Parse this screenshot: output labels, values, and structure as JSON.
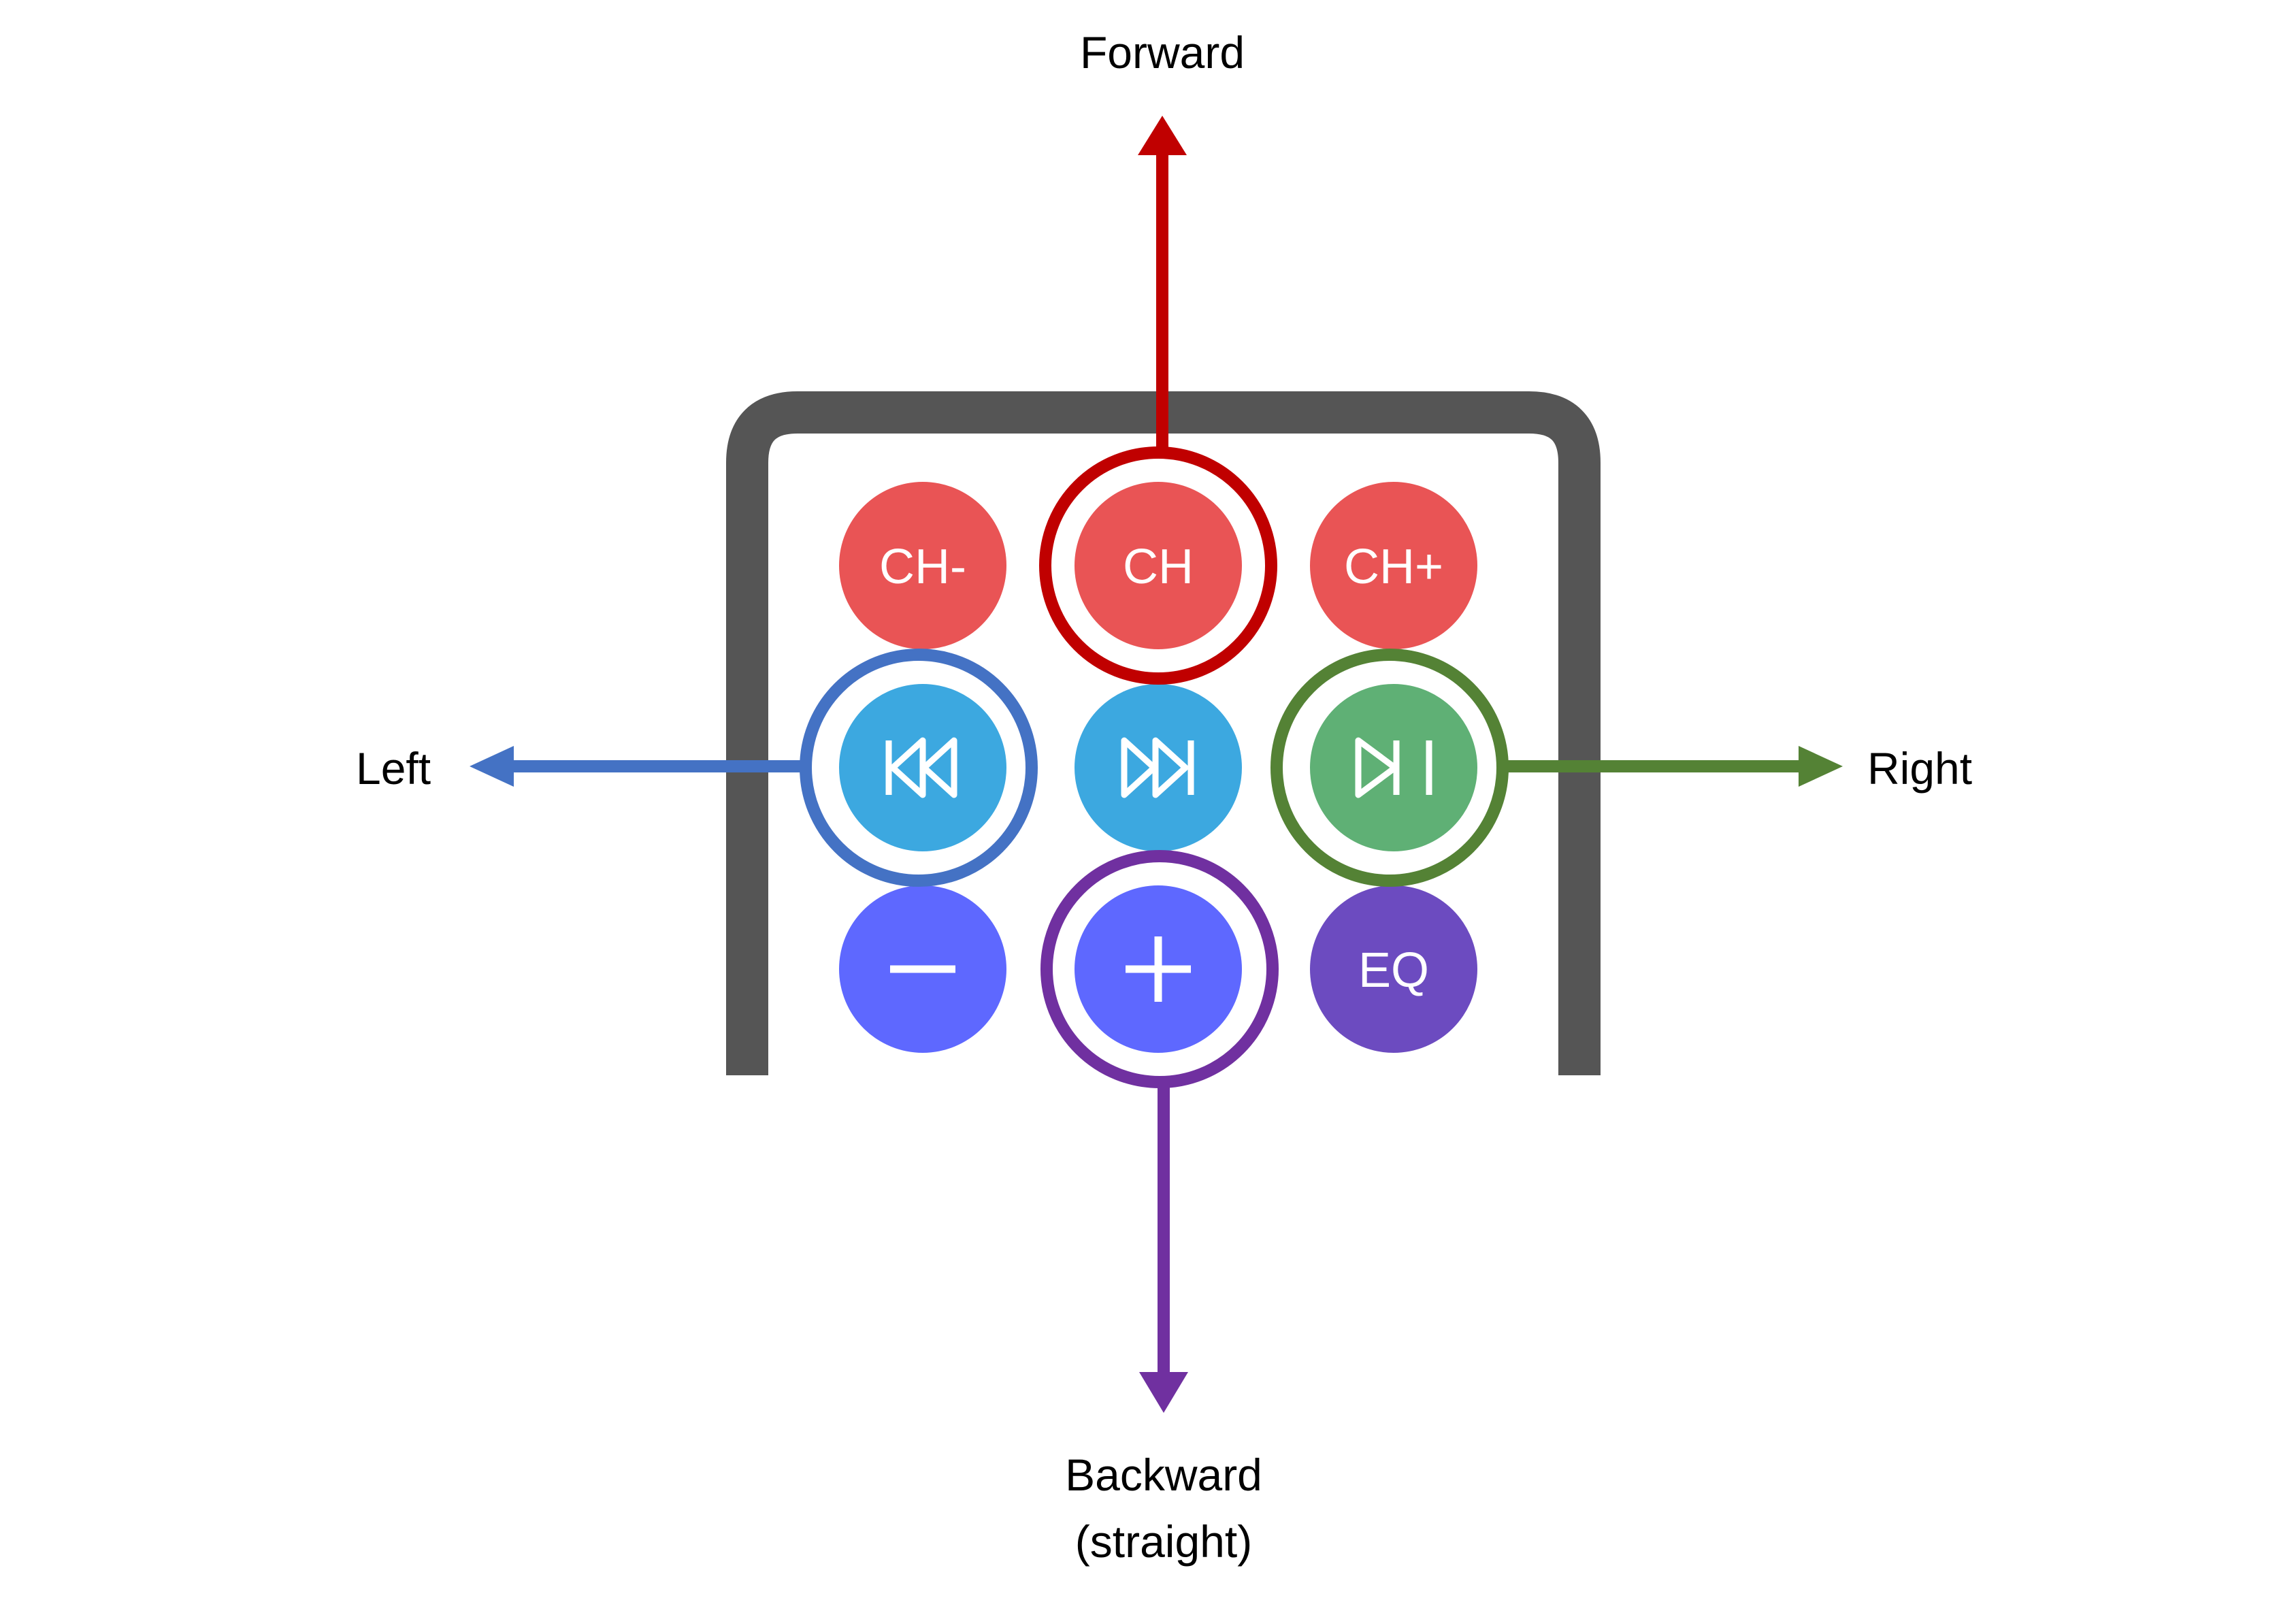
{
  "directions": {
    "forward": "Forward",
    "left": "Left",
    "right": "Right",
    "backward_line1": "Backward",
    "backward_line2": "(straight)"
  },
  "buttons": {
    "ch_minus": "CH-",
    "ch": "CH",
    "ch_plus": "CH+",
    "eq": "EQ"
  },
  "icons": {
    "prev": "rewind-icon",
    "next": "fast-forward-icon",
    "play_pause": "play-pause-icon",
    "minus": "minus-icon",
    "plus": "plus-icon"
  },
  "colors": {
    "forward": "#C00000",
    "left": "#4472C4",
    "right": "#548235",
    "backward": "#7030A0",
    "red_button": "#E95455",
    "blue_button": "#3CA8E0",
    "green_button": "#5FB075",
    "indigo_button": "#5E68FF",
    "purple_button": "#6C4BC0",
    "remote_frame": "#555555"
  }
}
